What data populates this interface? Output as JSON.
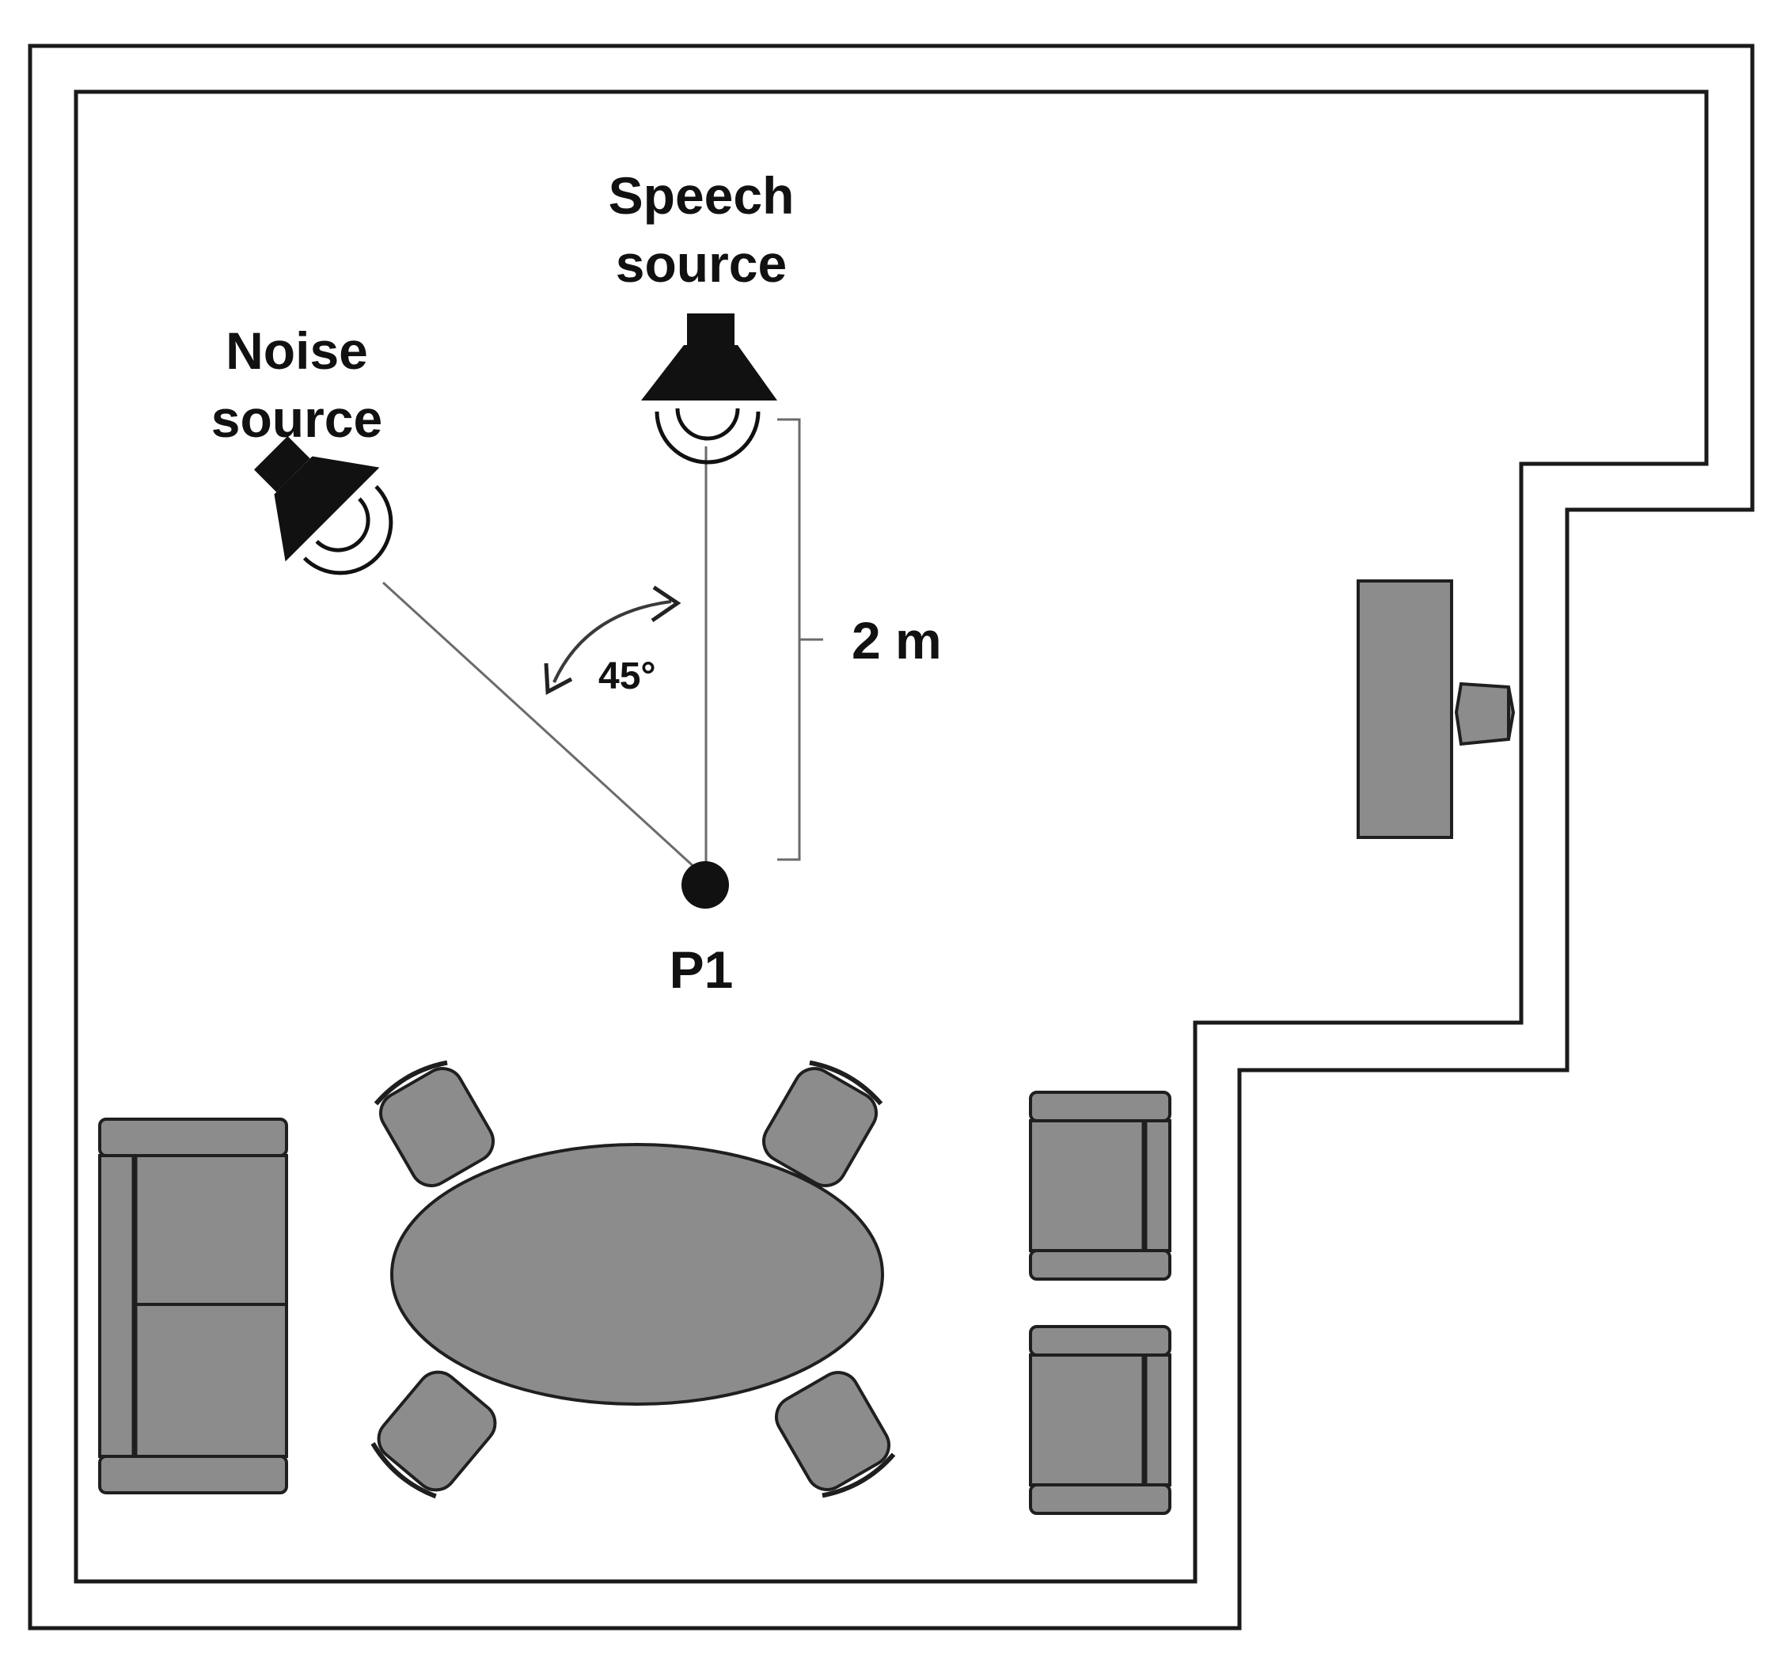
{
  "labels": {
    "speech_line1": "Speech",
    "speech_line2": "source",
    "noise_line1": "Noise",
    "noise_line2": "source",
    "distance": "2 m",
    "angle": "45°",
    "position": "P1"
  },
  "colors": {
    "wall": "#1a1a1a",
    "furniture_fill": "#8c8c8c",
    "furniture_stroke": "#1f1f1f",
    "speaker": "#111111",
    "guide_line": "#6b6b6b"
  },
  "icons": {
    "speech_source": "speaker-icon",
    "noise_source": "speaker-icon",
    "listener": "dot-icon"
  }
}
